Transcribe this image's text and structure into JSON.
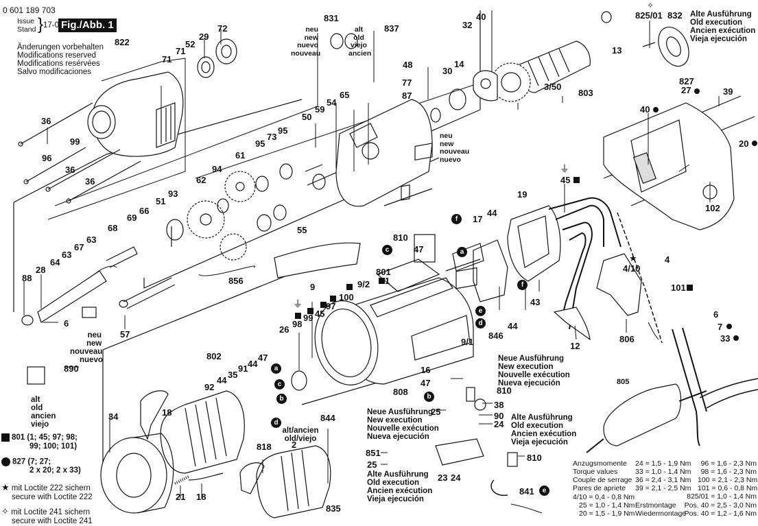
{
  "header": {
    "part_number": "0 601 189 703",
    "issue_label_1": "Issue",
    "issue_label_2": "Stand",
    "issue_date": "17-06-07",
    "figure_label": "Fig./Abb. 1"
  },
  "modifications": [
    "Änderungen vorbehalten",
    "Modifications reserved",
    "Modifications resérvées",
    "Salvo modificaciones"
  ],
  "variants": {
    "new_4": [
      "neu",
      "new",
      "nuevo",
      "nouveau"
    ],
    "old_4": [
      "alt",
      "old",
      "viejo",
      "ancien"
    ],
    "new_4b": [
      "neu",
      "new",
      "nouveau",
      "nuevo"
    ],
    "old_4b": [
      "alt",
      "old",
      "ancien",
      "viejo"
    ],
    "old_execution": [
      "Alte Ausführung",
      "Old execution",
      "Ancien exécution",
      "Vieja ejecución"
    ],
    "new_execution": [
      "Neue Ausführung",
      "New execution",
      "Nouvelle exécution",
      "Nueva ejecución"
    ],
    "alt_ancien": "alt/ancien",
    "old_viejo": "old/viejo"
  },
  "part_labels": {
    "p822": "822",
    "p71a": "71",
    "p71b": "71",
    "p52": "52",
    "p29": "29",
    "p72": "72",
    "p831": "831",
    "p837": "837",
    "p40": "40",
    "p32": "32",
    "p36a": "36",
    "p99": "99",
    "p96": "96",
    "p36b": "36",
    "p36c": "36",
    "p48": "48",
    "p77": "77",
    "p87": "87",
    "p30": "30",
    "p14": "14",
    "p13": "13",
    "p350": "3/50",
    "p803": "803",
    "p82501": "825/01",
    "p832": "832",
    "p827": "827",
    "p27": "27",
    "p39": "39",
    "p40b": "40",
    "p20": "20",
    "p95a": "95",
    "p73": "73",
    "p95b": "95",
    "p61": "61",
    "p94": "94",
    "p62": "62",
    "p93": "93",
    "p51": "51",
    "p50": "50",
    "p59": "59",
    "p54": "54",
    "p65": "65",
    "p66": "66",
    "p69": "69",
    "p68": "68",
    "p55": "55",
    "p856": "856",
    "p67": "67",
    "p63a": "63",
    "p63b": "63",
    "p64": "64",
    "p28": "28",
    "p88": "88",
    "p6a": "6",
    "p57": "57",
    "p45": "45",
    "p102": "102",
    "p19": "19",
    "p17": "17",
    "p44a": "44",
    "p810a": "810",
    "p47a": "47",
    "p801": "801",
    "p1": "1",
    "p9": "9",
    "p92b": "9/2",
    "p100": "100",
    "p97": "97",
    "p45b": "45",
    "p99b": "99",
    "p98": "98",
    "p26": "26",
    "p91": "9/1",
    "p846": "846",
    "p44b": "44",
    "p43": "43",
    "p4": "4",
    "p410": "4/10",
    "p101": "101",
    "p12": "12",
    "p806": "806",
    "p6b": "6",
    "p7": "7",
    "p33": "33",
    "p890": "890",
    "p802": "802",
    "p92": "92",
    "p44c": "44",
    "p35": "35",
    "p91b": "91",
    "p44d": "44",
    "p47b": "47",
    "p18a": "18",
    "p34": "34",
    "p21": "21",
    "p18b": "18",
    "p818": "818",
    "p2": "2",
    "p844": "844",
    "p835": "835",
    "p16": "16",
    "p47c": "47",
    "p810b": "810",
    "p808": "808",
    "p25a": "25",
    "p38": "38",
    "p90": "90",
    "p24a": "24",
    "p851": "851",
    "p25b": "25",
    "p23": "23",
    "p24b": "24",
    "p810c": "810",
    "p841": "841",
    "p805": "805"
  },
  "wire_markers": {
    "a": "a",
    "b": "b",
    "c": "c",
    "d": "d",
    "e": "e",
    "f": "f"
  },
  "legend": {
    "kit_801": "801 (1; 45; 97; 98;",
    "kit_801_b": "99; 100; 101)",
    "kit_827": "827 (7; 27;",
    "kit_827_b": "2 x 20; 2 x 33)",
    "loctite_222_de": "mit Loctite 222 sichern",
    "loctite_222_en": "secure with Loctite 222",
    "loctite_241_de": "mit Loctite 241 sichern",
    "loctite_241_en": "secure with Loctite 241"
  },
  "torque": {
    "titles": [
      "Anzugsmomente",
      "Torque values",
      "Couple de serrage",
      "Pares de apriete"
    ],
    "col2": [
      "24 = 1,5 - 1,9 Nm",
      "33 = 1,0 - 1,4 Nm",
      "36 = 2,4 - 3,1 Nm",
      "39 = 2,1 - 2,5 Nm"
    ],
    "col3": [
      "96 = 1,6 - 2,3 Nm",
      "98 = 1,6 - 2,3 Nm",
      "100 = 2,1 - 2,3 Nm",
      "101 = 0,6 - 0,8 Nm"
    ],
    "row5_left": "4/10 = 0,4 - 0,8 Nm",
    "row5_right": "825/01 = 1,0 - 1,4 Nm",
    "row6_left": "25 = 1,0 - 1,4 Nm",
    "row6_mid": "Erstmontage",
    "row6_right": "Pos. 40 = 2,5 - 3,0 Nm",
    "row7_left": "20 = 1,5 - 1,9 Nm",
    "row7_mid": "Wiedermontage",
    "row7_right": "Pos. 40 = 1,2 - 1,6 Nm"
  },
  "symbols": {
    "star": "★",
    "open_star": "✧",
    "ground": "⏚"
  }
}
